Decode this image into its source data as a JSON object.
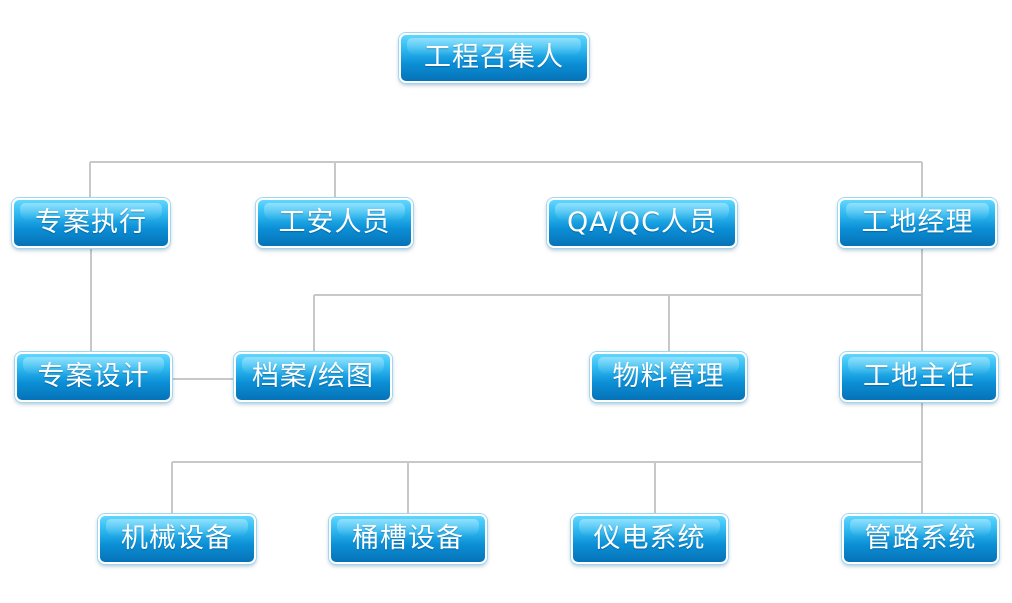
{
  "diagram": {
    "nodes": {
      "convener": "工程召集人",
      "project_exec": "专案执行",
      "safety": "工安人员",
      "qaqc": "QA/QC人员",
      "site_manager": "工地经理",
      "project_design": "专案设计",
      "archive_drawing": "档案/绘图",
      "materials": "物料管理",
      "site_director": "工地主任",
      "mechanical": "机械设备",
      "tank": "桶槽设备",
      "instrument_electric": "仪电系统",
      "piping": "管路系统"
    },
    "colors": {
      "node_fill_top": "#5fd7ff",
      "node_fill_bottom": "#0672b7",
      "node_text": "#ffffff",
      "connector": "#c8c8c8"
    }
  }
}
